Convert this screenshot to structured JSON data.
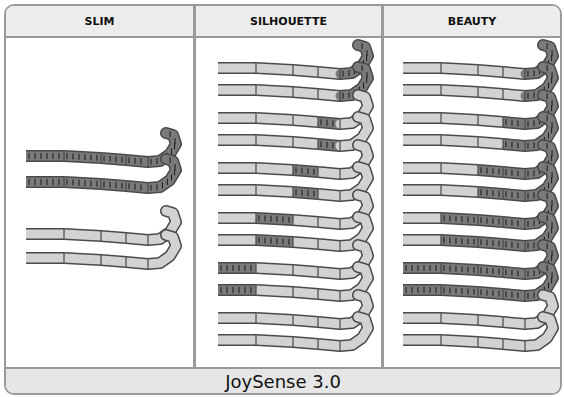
{
  "diagram": {
    "caption": "JoySense 3.0",
    "labels": [
      "SLIM",
      "SILHOUETTE",
      "BEAUTY"
    ]
  }
}
